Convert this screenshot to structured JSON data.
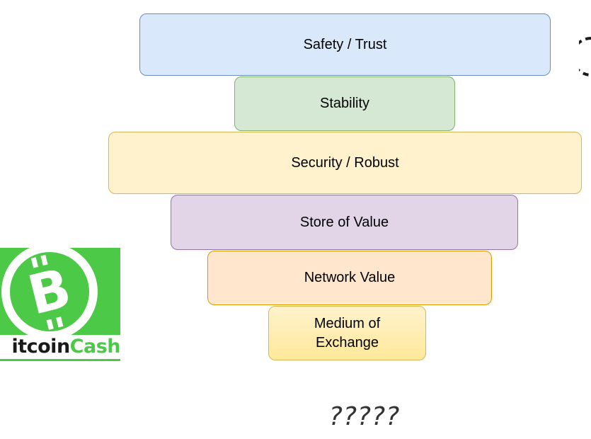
{
  "layers": [
    {
      "label": "Safety / Trust",
      "fill": "#dae8fc",
      "stroke": "#6c8ebf"
    },
    {
      "label": "Stability",
      "fill": "#d5e8d4",
      "stroke": "#82b366"
    },
    {
      "label": "Security / Robust",
      "fill": "#fff2cc",
      "stroke": "#d6b656"
    },
    {
      "label": "Store of Value",
      "fill": "#e1d5e7",
      "stroke": "#9673a6"
    },
    {
      "label": "Network Value",
      "fill": "#ffe6cc",
      "stroke": "#d79b00"
    },
    {
      "label": "Medium of\nExchange",
      "fill": "#ffe99a",
      "stroke": "#d6b656"
    }
  ],
  "logo": {
    "text_prefix": "itcoin",
    "text_accent": "Cash",
    "symbol": "B",
    "color": "#4cc947",
    "icon": "bitcoin-cash-logo"
  },
  "question": "?????"
}
